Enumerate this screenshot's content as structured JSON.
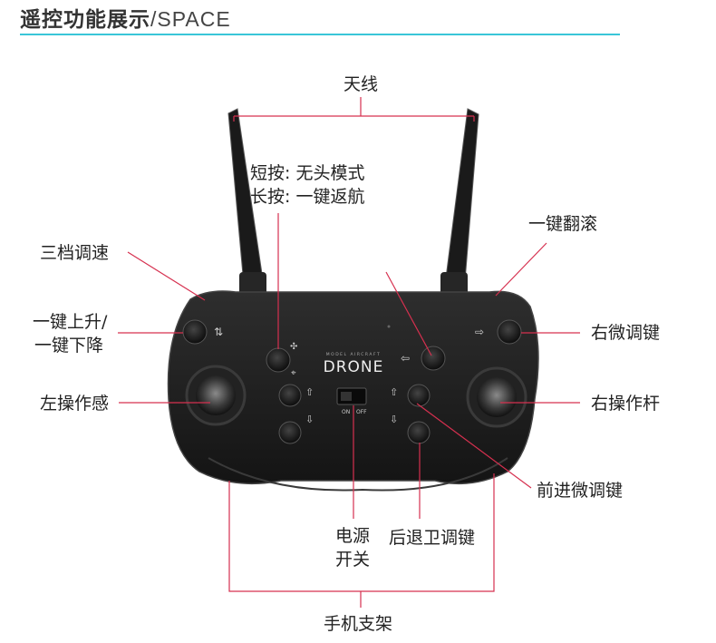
{
  "header": {
    "title_cn": "遥控功能展示",
    "title_sep": "/",
    "title_en": "SPACE"
  },
  "labels": {
    "antenna": "天线",
    "headless_line1": "短按: 无头模式",
    "headless_line2": "长按: 一键返航",
    "speed": "三档调速",
    "flip": "一键翻滚",
    "updown_line1": "一键上升/",
    "updown_line2": "一键下降",
    "right_trim": "右微调键",
    "left_stick": "左操作感",
    "right_stick": "右操作杆",
    "forward_trim": "前进微调键",
    "power_line1": "电源",
    "power_line2": "开关",
    "back_trim": "后退卫调键",
    "phone_holder": "手机支架"
  },
  "device": {
    "brand": "DRONE",
    "brand_sub": "MODEL AIRCRAFT",
    "switch_on": "ON",
    "switch_off": "OFF"
  },
  "colors": {
    "accent": "#39c6d8",
    "leader": "#d6304f",
    "body": "#1d1d1d"
  }
}
